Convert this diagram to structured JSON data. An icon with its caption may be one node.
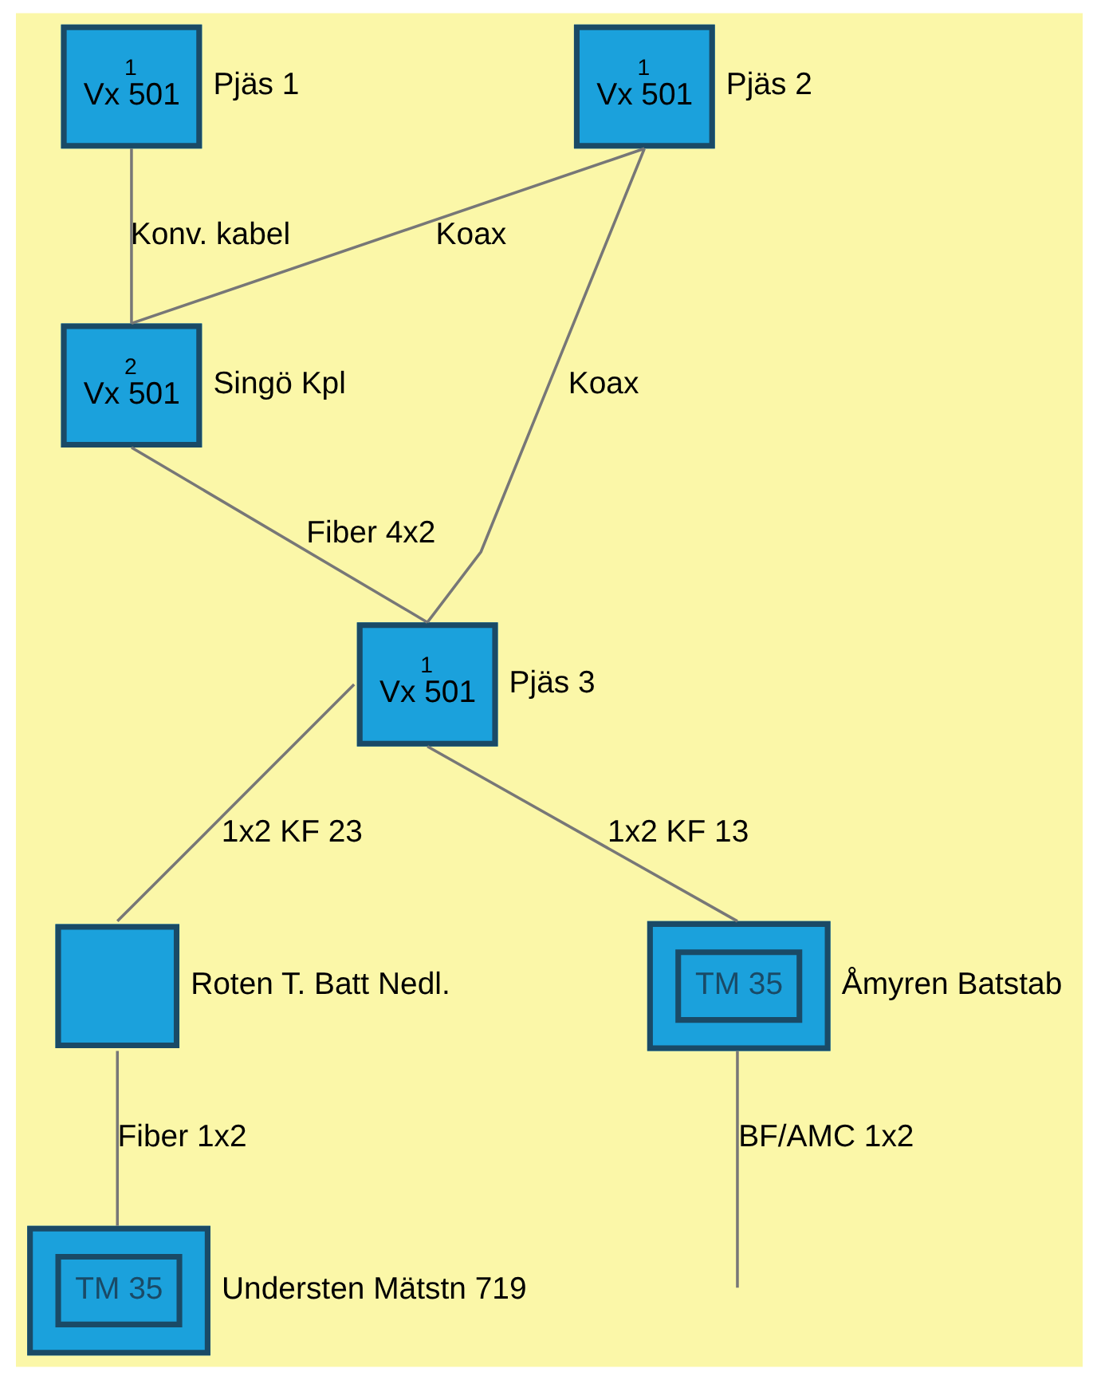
{
  "diagram": {
    "nodes": [
      {
        "text": [
          "1",
          "Vx 501"
        ],
        "beside": [
          "Pjäs 1"
        ]
      },
      {
        "text": [
          "1",
          "Vx 501"
        ],
        "beside": [
          "Pjäs 2"
        ]
      },
      {
        "text": [
          "2",
          "Vx 501"
        ],
        "beside": [
          "Singö Kpl"
        ]
      },
      {
        "text": [
          "1",
          "Vx 501"
        ],
        "beside": [
          "Pjäs 3"
        ]
      },
      {
        "text": [],
        "shape": "box",
        "beside": [
          "Roten T. Batt Nedl."
        ]
      },
      {
        "text": [
          "TM 35"
        ],
        "beside": [
          "Åmyren Batstab"
        ]
      },
      {
        "text": [
          "TM 35"
        ],
        "beside": [
          "Understen Mätstn 719"
        ]
      }
    ],
    "edges": [
      {
        "from": 0,
        "to": 2,
        "arrow": "none",
        "label": "Konv. kabel"
      },
      {
        "from": 1,
        "to": 2,
        "arrow": "none",
        "label": "Koax"
      },
      {
        "from": 1,
        "to": 3,
        "arrow": "none",
        "label": "Koax"
      },
      {
        "from": 2,
        "to": 3,
        "arrow": "none",
        "label": "Fiber 4x2"
      },
      {
        "from": 3,
        "to": 4,
        "arrow": "none",
        "label": "1x2 KF 23"
      },
      {
        "from": 3,
        "to": 5,
        "arrow": "none",
        "label": "1x2 KF 13"
      },
      {
        "from": 4,
        "to": 6,
        "arrow": "none",
        "label": "Fiber 1x2"
      },
      {
        "from": 5,
        "to": null,
        "arrow": "none",
        "label": "BF/AMC 1x2"
      }
    ]
  }
}
